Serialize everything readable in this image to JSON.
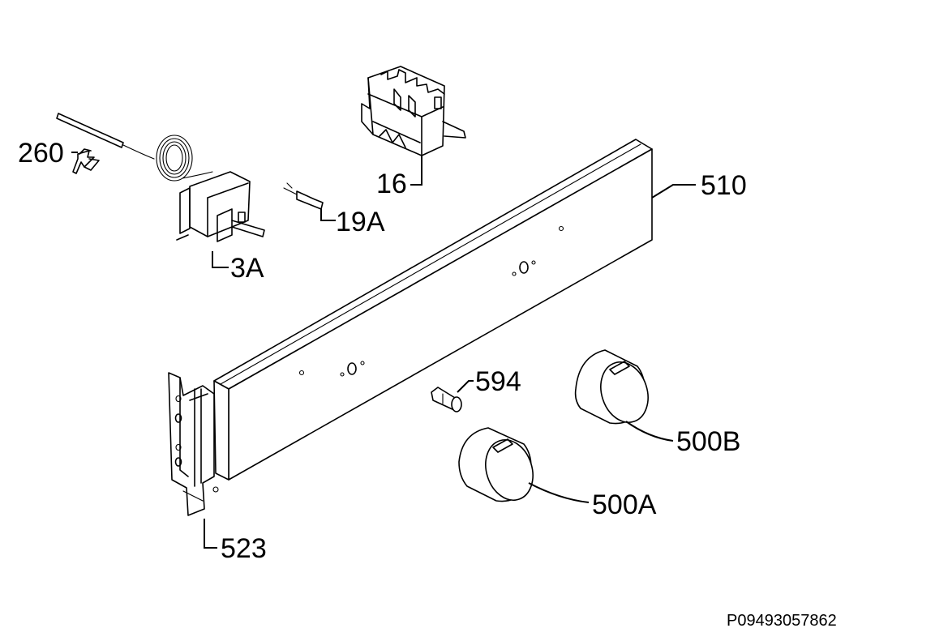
{
  "parts": {
    "p260": "260",
    "p3A": "3A",
    "p16": "16",
    "p19A": "19A",
    "p510": "510",
    "p594": "594",
    "p500B": "500B",
    "p500A": "500A",
    "p523": "523"
  },
  "reference_code": "P09493057862"
}
